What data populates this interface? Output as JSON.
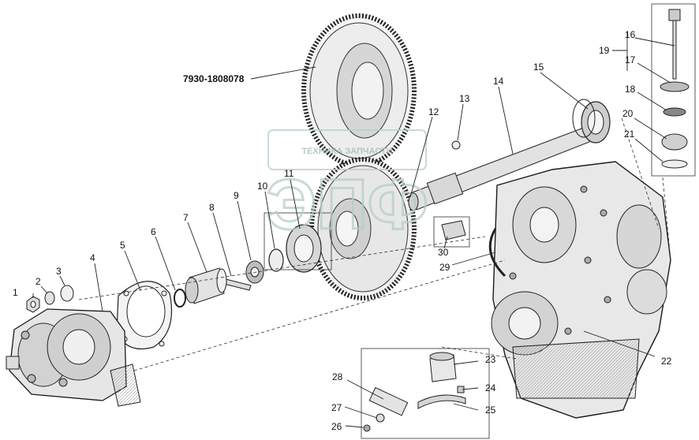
{
  "assembly_label": "7930-1808078",
  "watermark": {
    "text": "ТЕХНИКА  ЗАПЧАСТИ",
    "logo": "ЭПФ"
  },
  "callouts": {
    "c1": "1",
    "c2": "2",
    "c3": "3",
    "c4": "4",
    "c5": "5",
    "c6": "6",
    "c7": "7",
    "c8": "8",
    "c9": "9",
    "c10": "10",
    "c11": "11",
    "c12": "12",
    "c13": "13",
    "c14": "14",
    "c15": "15",
    "c16": "16",
    "c17": "17",
    "c18": "18",
    "c19": "19",
    "c20": "20",
    "c21": "21",
    "c22": "22",
    "c23": "23",
    "c24": "24",
    "c25": "25",
    "c26": "26",
    "c27": "27",
    "c28": "28",
    "c29": "29",
    "c30": "30"
  }
}
